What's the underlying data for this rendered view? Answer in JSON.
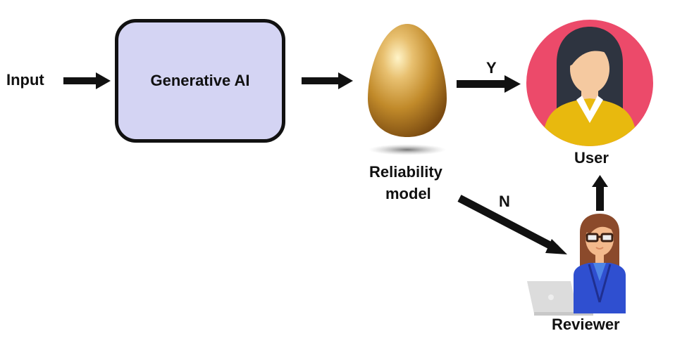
{
  "diagram": {
    "input_label": "Input",
    "generative_ai_label": "Generative AI",
    "reliability_label_line1": "Reliability",
    "reliability_label_line2": "model",
    "yes_label": "Y",
    "no_label": "N",
    "user_label": "User",
    "reviewer_label": "Reviewer"
  },
  "colors": {
    "box_fill": "#d4d4f3",
    "user_circle": "#ec4a6a",
    "user_shirt": "#e8b90e",
    "egg_gold": "#c8962f",
    "reviewer_jacket": "#2f4fd0"
  }
}
